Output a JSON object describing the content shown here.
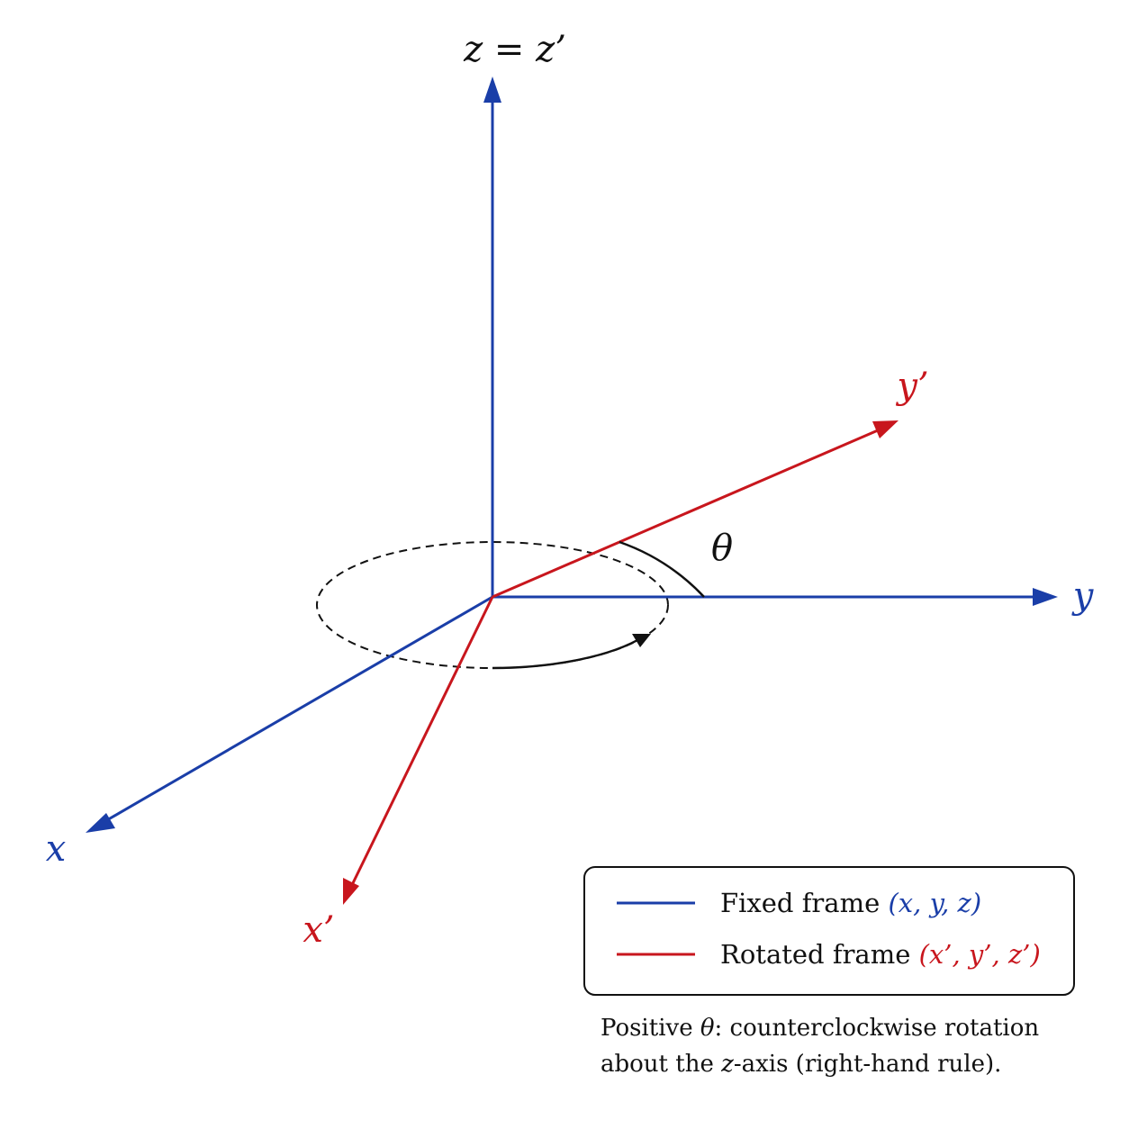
{
  "colors": {
    "fixed": "#1a3ea8",
    "rotated": "#c8161d",
    "ink": "#111111"
  },
  "labels": {
    "z_axis": "z = z’",
    "y_axis": "y",
    "x_axis": "x",
    "y_prime": "y’",
    "x_prime": "x’",
    "theta": "θ"
  },
  "legend": {
    "fixed": {
      "prefix": "Fixed frame ",
      "vars": "(x, y, z)"
    },
    "rotated": {
      "prefix": "Rotated frame ",
      "vars": "(x’, y’, z’)"
    }
  },
  "note": {
    "line1": {
      "pre": "Positive ",
      "sym": "θ",
      "post": ": counterclockwise rotation"
    },
    "line2": {
      "pre": "about the ",
      "sym": "z",
      "post": "-axis (right-hand rule)."
    }
  }
}
